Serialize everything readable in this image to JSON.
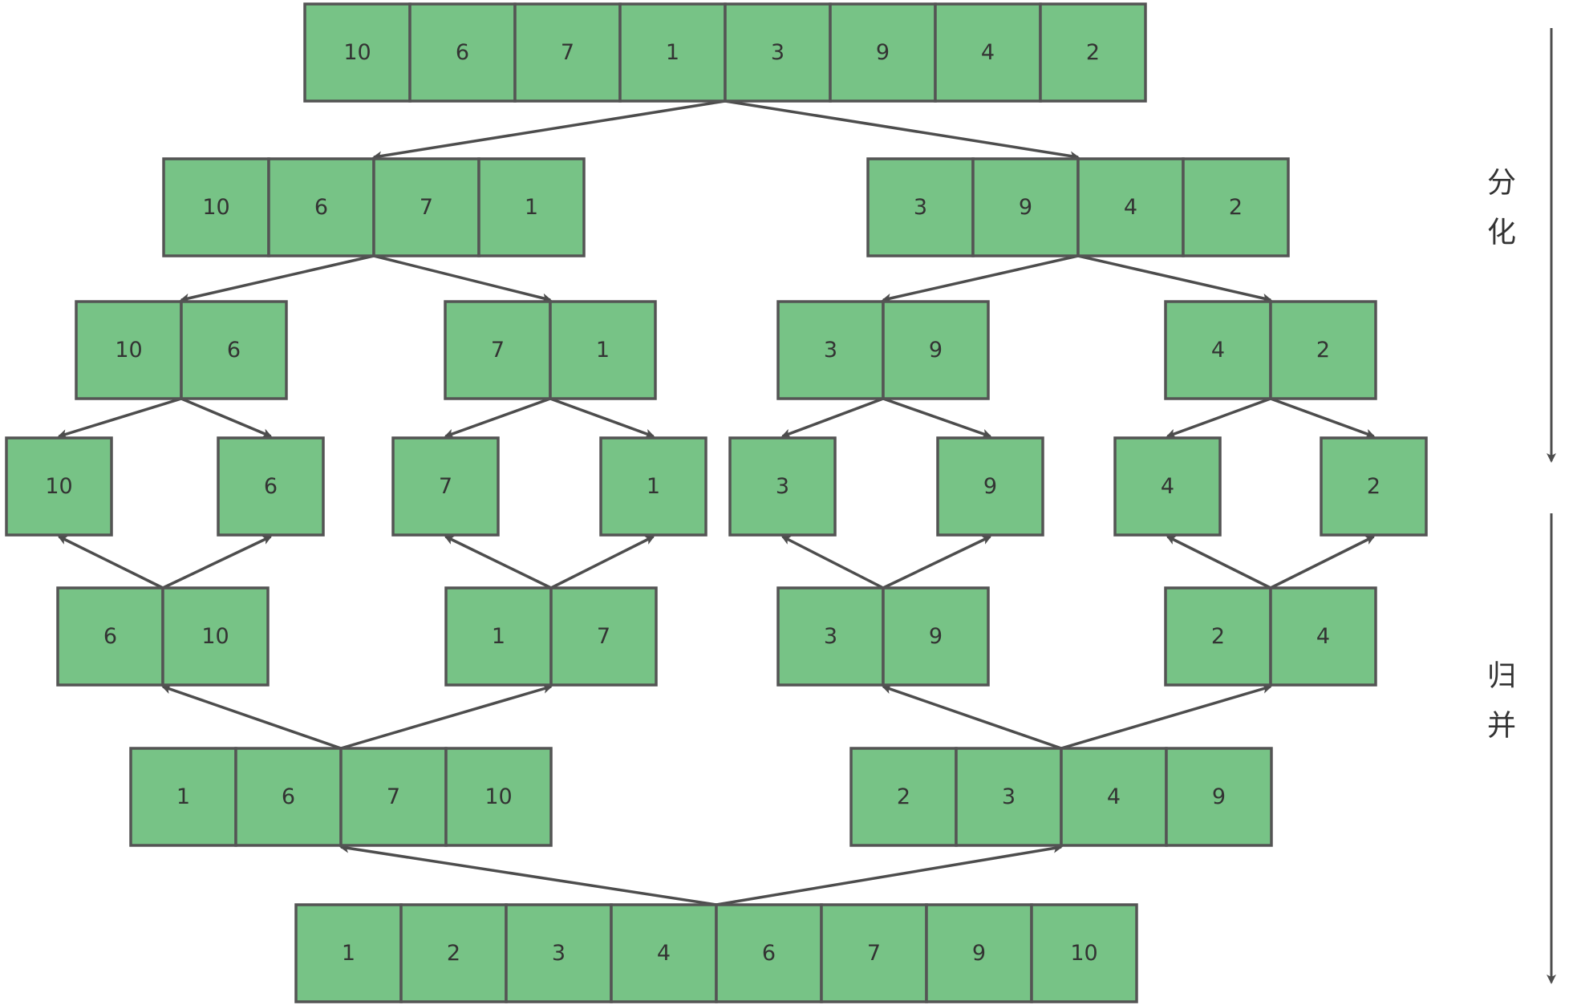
{
  "levels": [
    {
      "id": "split-0",
      "arrays": [
        [
          10,
          6,
          7,
          1,
          3,
          9,
          4,
          2
        ]
      ]
    },
    {
      "id": "split-1",
      "arrays": [
        [
          10,
          6,
          7,
          1
        ],
        [
          3,
          9,
          4,
          2
        ]
      ]
    },
    {
      "id": "split-2",
      "arrays": [
        [
          10,
          6
        ],
        [
          7,
          1
        ],
        [
          3,
          9
        ],
        [
          4,
          2
        ]
      ]
    },
    {
      "id": "split-3",
      "arrays": [
        [
          10
        ],
        [
          6
        ],
        [
          7
        ],
        [
          1
        ],
        [
          3
        ],
        [
          9
        ],
        [
          4
        ],
        [
          2
        ]
      ]
    },
    {
      "id": "merge-1",
      "arrays": [
        [
          6,
          10
        ],
        [
          1,
          7
        ],
        [
          3,
          9
        ],
        [
          2,
          4
        ]
      ]
    },
    {
      "id": "merge-2",
      "arrays": [
        [
          1,
          6,
          7,
          10
        ],
        [
          2,
          3,
          4,
          9
        ]
      ]
    },
    {
      "id": "merge-3",
      "arrays": [
        [
          1,
          2,
          3,
          4,
          6,
          7,
          9,
          10
        ]
      ]
    }
  ],
  "phases": {
    "divide": [
      "分",
      "化"
    ],
    "merge": [
      "归",
      "并"
    ]
  },
  "colors": {
    "cell_fill": "#77c386",
    "cell_stroke": "#545454",
    "arrow": "#4d4d4d"
  }
}
